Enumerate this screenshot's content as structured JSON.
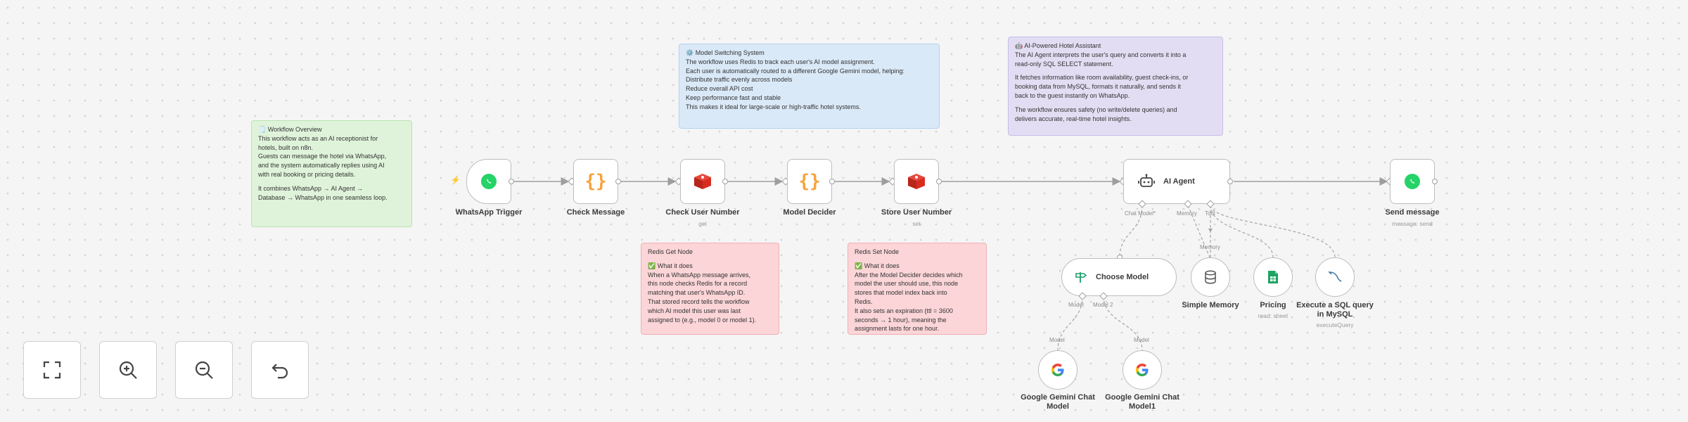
{
  "notes": {
    "overview": {
      "title": "🗒️ Workflow Overview",
      "lines": [
        "This workflow acts as an AI receptionist for",
        "hotels, built on n8n.",
        "Guests can message the hotel via WhatsApp,",
        "and the system automatically replies using AI",
        "with real booking or pricing details."
      ],
      "lines2": [
        "It combines WhatsApp → AI Agent →",
        "Database → WhatsApp in one seamless loop."
      ]
    },
    "model_switching": {
      "title": "⚙️ Model Switching System",
      "lines": [
        "The workflow uses Redis to track each user's AI model assignment.",
        "Each user is automatically routed to a different Google Gemini model, helping:",
        "Distribute traffic evenly across models",
        "Reduce overall API cost",
        "Keep performance fast and stable",
        "This makes it ideal for large-scale or high-traffic hotel systems."
      ]
    },
    "assistant": {
      "title": "🤖 AI-Powered Hotel Assistant",
      "lines": [
        "The AI Agent interprets the user's query and converts it into a",
        "read-only SQL SELECT statement."
      ],
      "lines2": [
        "It fetches information like room availability, guest check-ins, or",
        "booking data from MySQL, formats it naturally, and sends it",
        "back to the guest instantly on WhatsApp."
      ],
      "lines3": [
        "The workflow ensures safety (no write/delete queries) and",
        "delivers accurate, real-time hotel insights."
      ]
    },
    "redis_get": {
      "title": "Redis Get Node",
      "subtitle": "✅ What it does",
      "lines": [
        "When a WhatsApp message arrives,",
        "this node checks Redis for a record",
        "matching that user's WhatsApp ID.",
        "That stored record tells the workflow",
        "which AI model this user was last",
        "assigned to (e.g., model 0 or model 1)."
      ]
    },
    "redis_set": {
      "title": "Redis Set Node",
      "subtitle": "✅ What it does",
      "lines": [
        "After the Model Decider decides which",
        "model the user should use, this node",
        "stores that model index back into",
        "Redis.",
        "It also sets an expiration (ttl = 3600",
        "seconds → 1 hour), meaning the",
        "assignment lasts for one hour."
      ]
    }
  },
  "nodes": {
    "whatsapp_trigger": {
      "label": "WhatsApp Trigger"
    },
    "check_message": {
      "label": "Check Message"
    },
    "check_user_number": {
      "label": "Check User Number",
      "sub": "get"
    },
    "model_decider": {
      "label": "Model Decider"
    },
    "store_user_number": {
      "label": "Store User Number",
      "sub": "set"
    },
    "ai_agent": {
      "label": "AI Agent",
      "handles": [
        "Chat Model*",
        "Memory",
        "Tool"
      ]
    },
    "send_message": {
      "label": "Send message",
      "sub": "message: send"
    },
    "choose_model": {
      "label": "Choose Model",
      "handles": [
        "Model",
        "Model 2"
      ]
    },
    "simple_memory": {
      "label": "Simple Memory",
      "handle": "Memory"
    },
    "pricing": {
      "label": "Pricing",
      "sub": "read: sheet"
    },
    "sql_query": {
      "label": "Execute a SQL query in MySQL",
      "label1": "Execute a SQL query",
      "label2": "in MySQL",
      "sub": "executeQuery"
    },
    "gemini_1": {
      "label1": "Google Gemini Chat",
      "label2": "Model",
      "handle": "Model"
    },
    "gemini_2": {
      "label1": "Google Gemini Chat",
      "label2": "Model1",
      "handle": "Model"
    }
  },
  "trigger_bolt": "⚡",
  "controls": [
    "fit-view-icon",
    "zoom-in-icon",
    "zoom-out-icon",
    "undo-icon"
  ],
  "colors": {
    "whatsapp": "#25d366",
    "redis": "#d82c20",
    "braces": "#f7a23b",
    "sheets": "#1fa463"
  }
}
